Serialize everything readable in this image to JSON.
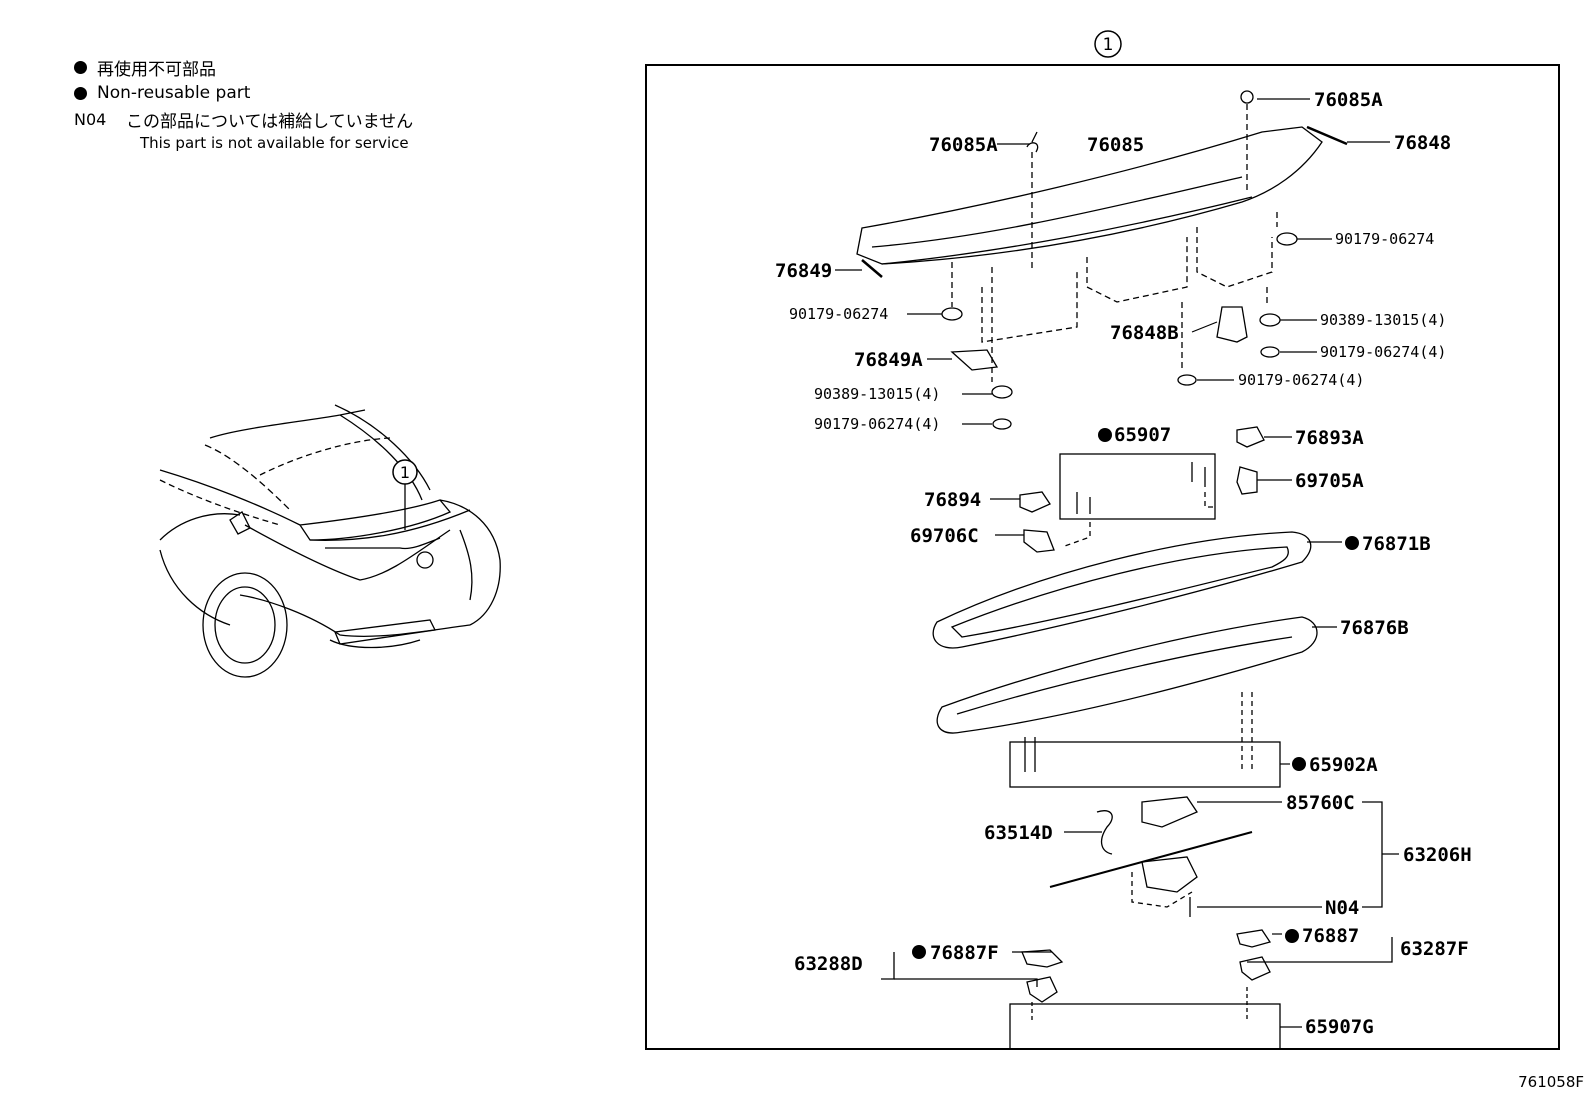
{
  "legend": {
    "jp_nonreusable": "再使用不可部品",
    "en_nonreusable": "Non-reusable part",
    "n04_code": "N04",
    "n04_jp": "この部品については補給していません",
    "n04_en": "This part is not available for service"
  },
  "callout_number": "1",
  "diagram_id": "761058F",
  "labels": {
    "p76085A_top": "76085A",
    "p76085A_left": "76085A",
    "p76085": "76085",
    "p76848": "76848",
    "p76849": "76849",
    "p90179_06274_a": "90179-06274",
    "p90179_06274_b": "90179-06274",
    "p76848B": "76848B",
    "p90389_13015_4_r": "90389-13015(4)",
    "p90179_06274_4_r": "90179-06274(4)",
    "p90179_06274_4_c": "90179-06274(4)",
    "p76849A": "76849A",
    "p90389_13015_4_l": "90389-13015(4)",
    "p90179_06274_4_l": "90179-06274(4)",
    "p65907": "65907",
    "p76893A": "76893A",
    "p69705A": "69705A",
    "p76894": "76894",
    "p69706C": "69706C",
    "p76871B": "76871B",
    "p76876B": "76876B",
    "p65902A": "65902A",
    "p85760C": "85760C",
    "p63514D": "63514D",
    "p63206H": "63206H",
    "pN04": "N04",
    "p76887": "76887",
    "p63287F": "63287F",
    "p63288D": "63288D",
    "p76887F": "76887F",
    "p65907G": "65907G"
  }
}
